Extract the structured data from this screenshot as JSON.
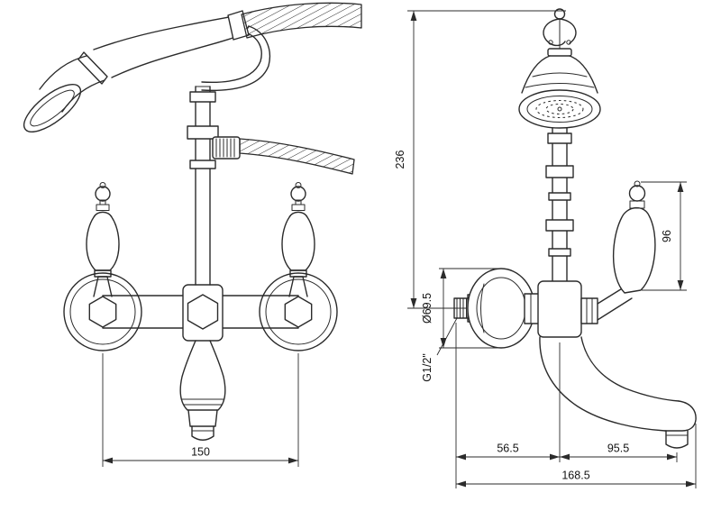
{
  "drawing": {
    "background_color": "#ffffff",
    "line_color": "#2b2b2b",
    "dimensions": {
      "front_connection_spacing": "150",
      "side_overall_height": "236",
      "side_handle_length": "96",
      "side_escutcheon_diameter": "Ø69.5",
      "side_thread_size": "G1/2\"",
      "side_wall_to_body_center": "56.5",
      "side_center_to_spout_tip": "95.5",
      "side_overall_reach": "168.5"
    }
  }
}
